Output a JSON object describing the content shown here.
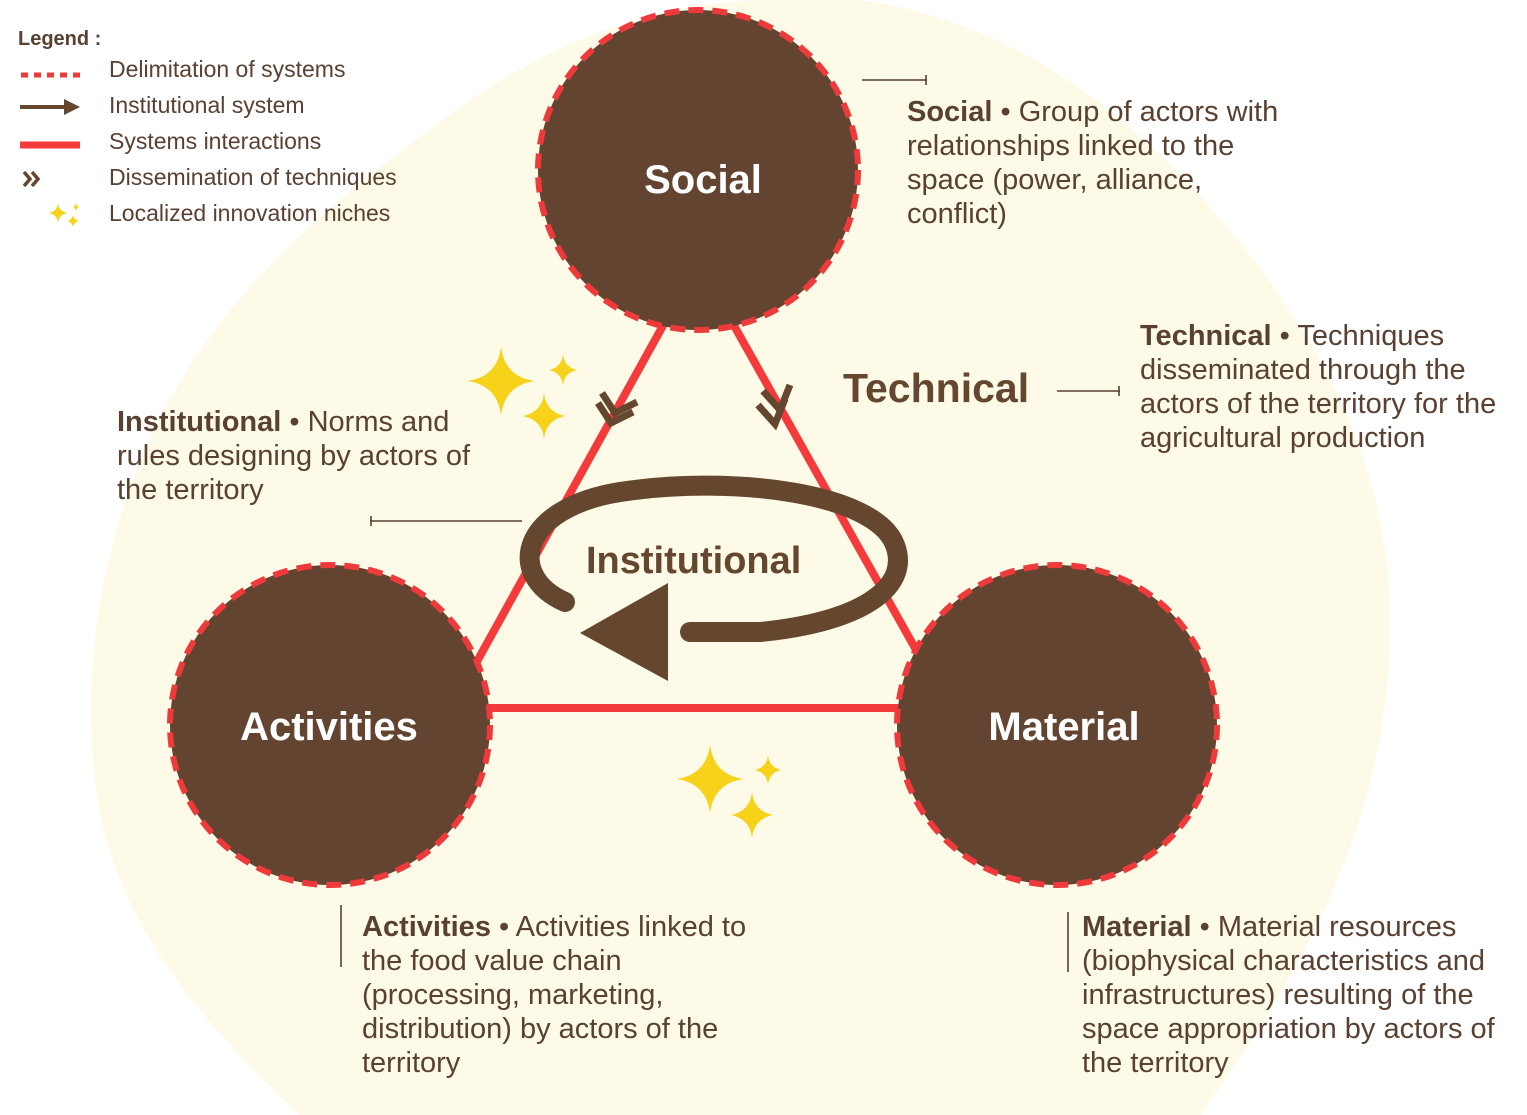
{
  "colors": {
    "background_blob": "#fdfbe8",
    "node_fill": "#634430",
    "interaction_line": "#f43a3a",
    "dashed_border": "#ee3a3a",
    "institutional_arrow": "#65472f",
    "star": "#f7d21b",
    "text": "#5a4030"
  },
  "legend": {
    "title": "Legend :",
    "items": [
      {
        "symbol": "dashed-line-icon",
        "label": "Delimitation of systems"
      },
      {
        "symbol": "right-arrow-icon",
        "label": "Institutional system"
      },
      {
        "symbol": "solid-line-icon",
        "label": "Systems interactions"
      },
      {
        "symbol": "double-chevron-icon",
        "label": "Dissemination of techniques"
      },
      {
        "symbol": "sparkle-icon",
        "label": "Localized innovation niches"
      }
    ]
  },
  "nodes": {
    "social": "Social",
    "activities": "Activities",
    "material": "Material"
  },
  "labels": {
    "technical": "Technical",
    "institutional": "Institutional"
  },
  "descriptions": {
    "social": {
      "term": "Social",
      "sep": " • ",
      "text": "Group of actors with relationships linked to the space (power, alliance, conflict)"
    },
    "technical": {
      "term": "Technical",
      "sep": " • ",
      "text": "Techniques disseminated through the actors of the territory for the agricultural production"
    },
    "institutional": {
      "term": "Institutional",
      "sep": " • ",
      "text": "Norms and rules designing by actors of the territory"
    },
    "activities": {
      "term": "Activities",
      "sep": " • ",
      "text": "Activities linked to the food value chain (processing, marketing, distribution) by actors of the territory"
    },
    "material": {
      "term": "Material",
      "sep": " • ",
      "text": "Material resources (biophysical characteristics and infrastructures) resulting of the space appropriation by actors of the territory"
    }
  }
}
